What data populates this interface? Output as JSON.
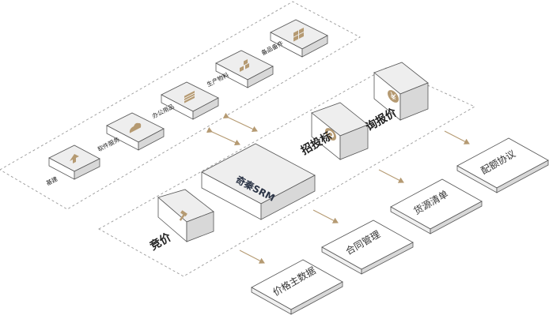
{
  "colors": {
    "accent": "#b59a72",
    "box_top": "#eeeeee",
    "box_left": "#ffffff",
    "box_right": "#d9d9d9",
    "edge": "#555555",
    "dash": "#9a9a9a"
  },
  "categories": [
    {
      "label": "基建",
      "icon": "upload-arrow-icon"
    },
    {
      "label": "软件服务",
      "icon": "cloud-icon"
    },
    {
      "label": "办公用品",
      "icon": "document-stack-icon"
    },
    {
      "label": "生产物料",
      "icon": "blocks-icon"
    },
    {
      "label": "备品备件",
      "icon": "grid-four-icon"
    }
  ],
  "platform": {
    "label": "奇秦SRM"
  },
  "modes": {
    "bidding": {
      "label": "竞价",
      "icon": "gavel-icon"
    },
    "tender": {
      "label": "招投标",
      "icon": "target-icon"
    },
    "inquiry": {
      "label": "询报价",
      "icon": "yen-icon"
    }
  },
  "outputs": {
    "price_master": "价格主数据",
    "contract": "合同管理",
    "source_list": "货源清单",
    "quota": "配额协议"
  }
}
